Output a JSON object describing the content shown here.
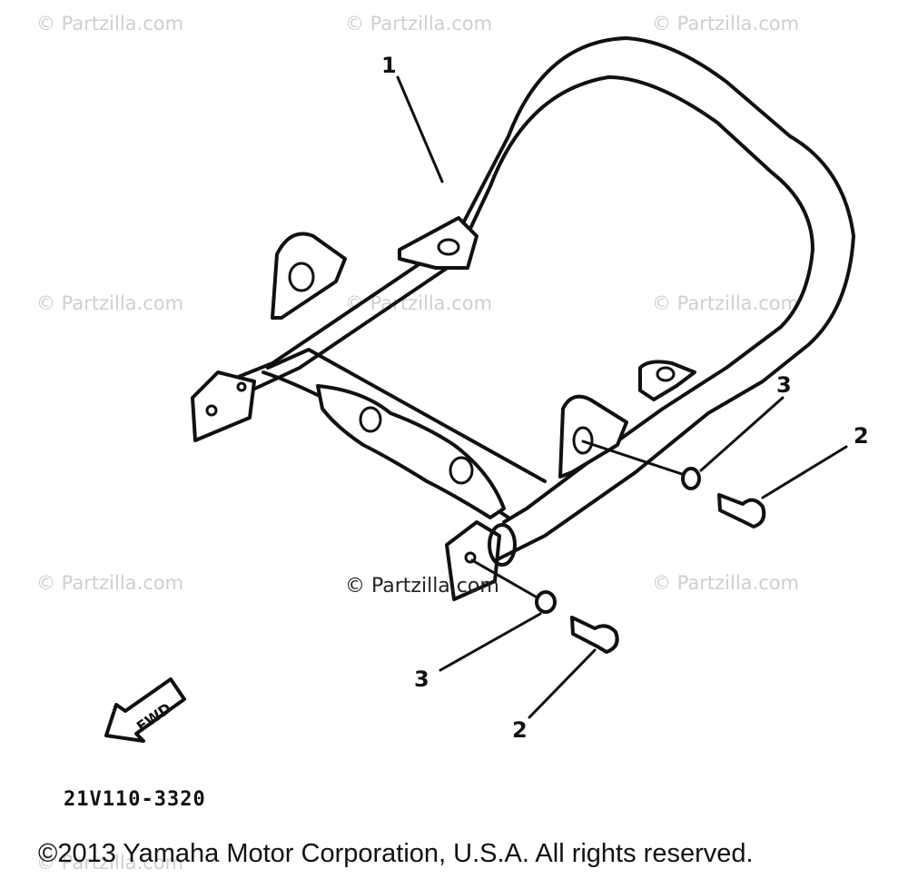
{
  "watermarks": [
    "© Partzilla.com",
    "© Partzilla.com",
    "© Partzilla.com",
    "© Partzilla.com",
    "© Partzilla.com",
    "© Partzilla.com",
    "© Partzilla.com",
    "© Partzilla.com",
    "© Partzilla.com"
  ],
  "center_watermark": "© Partzilla.com",
  "callouts": {
    "part1": "1",
    "part2_upper": "2",
    "part3_upper": "3",
    "part3_lower": "3",
    "part2_lower": "2"
  },
  "fwd_label": "FWD",
  "diagram_code": "21V110-3320",
  "copyright": "©2013 Yamaha Motor Corporation, U.S.A. All rights reserved."
}
